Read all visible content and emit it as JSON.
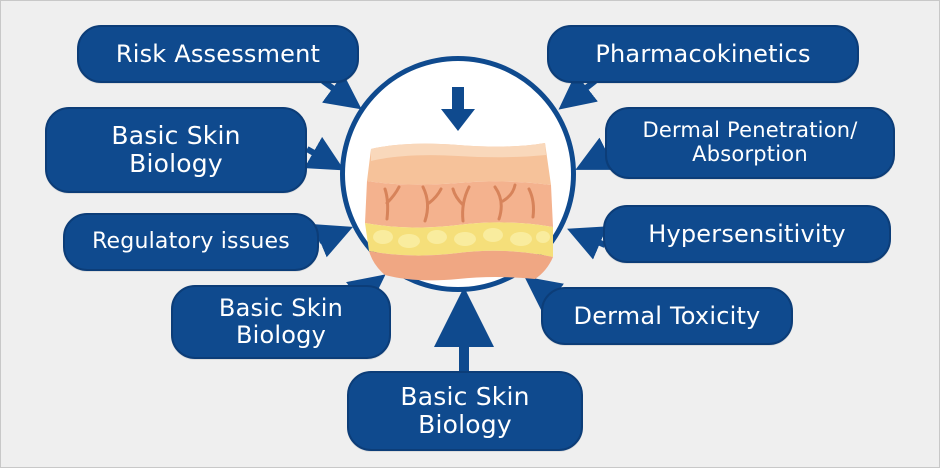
{
  "diagram": {
    "center": {
      "icon": "skin-layers-icon"
    },
    "nodes": [
      {
        "id": "risk-assessment",
        "label": "Risk Assessment"
      },
      {
        "id": "basic-skin-biology-1",
        "label": "Basic Skin\nBiology"
      },
      {
        "id": "regulatory-issues",
        "label": "Regulatory issues"
      },
      {
        "id": "basic-skin-biology-2",
        "label": "Basic Skin\nBiology"
      },
      {
        "id": "basic-skin-biology-3",
        "label": "Basic Skin\nBiology"
      },
      {
        "id": "pharmacokinetics",
        "label": "Pharmacokinetics"
      },
      {
        "id": "dermal-penetration",
        "label": "Dermal Penetration/\nAbsorption"
      },
      {
        "id": "hypersensitivity",
        "label": "Hypersensitivity"
      },
      {
        "id": "dermal-toxicity",
        "label": "Dermal Toxicity"
      }
    ],
    "colors": {
      "node_fill": "#0f4a8e",
      "node_text": "#ffffff",
      "arrow": "#0f4a8e",
      "background": "#efefef"
    }
  }
}
